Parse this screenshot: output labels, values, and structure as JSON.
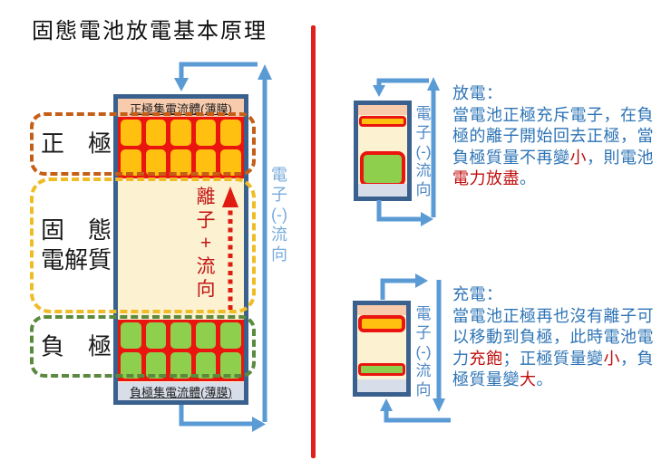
{
  "title": "固態電池放電基本原理",
  "colors": {
    "arrow_blue": "#5b9bd5",
    "divider_red": "#e0201c",
    "battery_border": "#3a618e",
    "battery_fill": "#fcf2d2",
    "collector_top_fill": "#f8cbad",
    "collector_bottom_fill": "#d7dde9",
    "block_orange": "#ffc010",
    "block_green": "#8ed04e",
    "block_red": "#ea150e",
    "dash_orange": "#c55f16",
    "dash_yellow": "#f0bc26",
    "dash_green": "#5b8a3e",
    "ion_red": "#c41414",
    "ion_arrow_red": "#e01b10",
    "text_blue": "#2e74b6",
    "text_red": "#c00d0d",
    "electron_main_blue": "#79abdb",
    "electron_side_blue": "#4d87c4",
    "label_dark": "#1f1f1f"
  },
  "main_diagram": {
    "top_collector_label": "正極集電流體(薄膜)",
    "bottom_collector_label": "負極集電流體(薄膜)",
    "positive_label": "正　極",
    "electrolyte_label_line1": "固　態",
    "electrolyte_label_line2": "電解質",
    "negative_label": "負　極",
    "ion_flow_label": "離子+流向",
    "electron_flow_label": "電子(-)流向",
    "positive_block_count": 10,
    "negative_block_count": 10
  },
  "discharge_panel": {
    "heading": "放電：",
    "electron_flow_label": "電子(-)流向",
    "lines": [
      [
        {
          "t": "當電池正極充斥電子，在負",
          "c": "blue"
        }
      ],
      [
        {
          "t": "極的離子開始回去正極，當",
          "c": "blue"
        }
      ],
      [
        {
          "t": "負極質量不再變",
          "c": "blue"
        },
        {
          "t": "小",
          "c": "red"
        },
        {
          "t": "，則電池",
          "c": "blue"
        }
      ],
      [
        {
          "t": "電力放盡",
          "c": "red"
        },
        {
          "t": "。",
          "c": "blue"
        }
      ]
    ]
  },
  "charge_panel": {
    "heading": "充電：",
    "electron_flow_label": "電子(-)流向",
    "lines": [
      [
        {
          "t": "當電池正極再也沒有離子可",
          "c": "blue"
        }
      ],
      [
        {
          "t": "以移動到負極，此時電池電",
          "c": "blue"
        }
      ],
      [
        {
          "t": "力",
          "c": "blue"
        },
        {
          "t": "充飽",
          "c": "red"
        },
        {
          "t": "；正極質量變",
          "c": "blue"
        },
        {
          "t": "小",
          "c": "red"
        },
        {
          "t": "，負",
          "c": "blue"
        }
      ],
      [
        {
          "t": "極質量變",
          "c": "blue"
        },
        {
          "t": "大",
          "c": "red"
        },
        {
          "t": "。",
          "c": "blue"
        }
      ]
    ]
  }
}
